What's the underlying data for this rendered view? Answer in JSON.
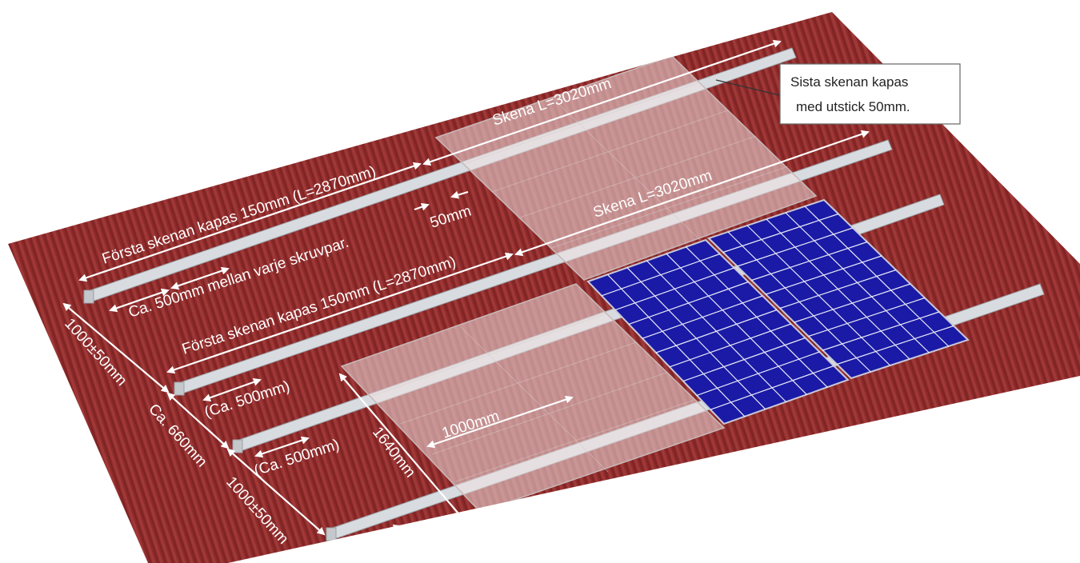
{
  "labels": {
    "rail_top_length": "Skena L=3020mm",
    "rail_mid_length": "Skena L=3020mm",
    "first_rail_cut_top": "Första skenan kapas 150mm (L=2870mm)",
    "first_rail_cut_mid": "Första skenan kapas 150mm (L=2870mm)",
    "gap_50": "50mm",
    "screw_spacing": "Ca. 500mm mellan varje skruvpar.",
    "spacing_row2": "(Ca. 500mm)",
    "spacing_row3": "(Ca. 500mm)",
    "spacing_row4": "(Ca. 500mm)",
    "left_dim_top": "1000±50mm",
    "left_dim_mid": "Ca. 660mm",
    "left_dim_bottom": "1000±50mm",
    "panel_width": "1000mm",
    "panel_height": "1640mm"
  },
  "callout": {
    "line1": "Sista skenan kapas",
    "line2": "med utstick 50mm."
  },
  "colors": {
    "roof": "#8c2a2a",
    "roof_stripe": "#a23a3a",
    "rail": "#d9dde0",
    "panel_ghost": "#e8dada",
    "panel_blue": "#1a1aa6",
    "cell_line": "#ffffff",
    "arrow": "#ffffff"
  }
}
